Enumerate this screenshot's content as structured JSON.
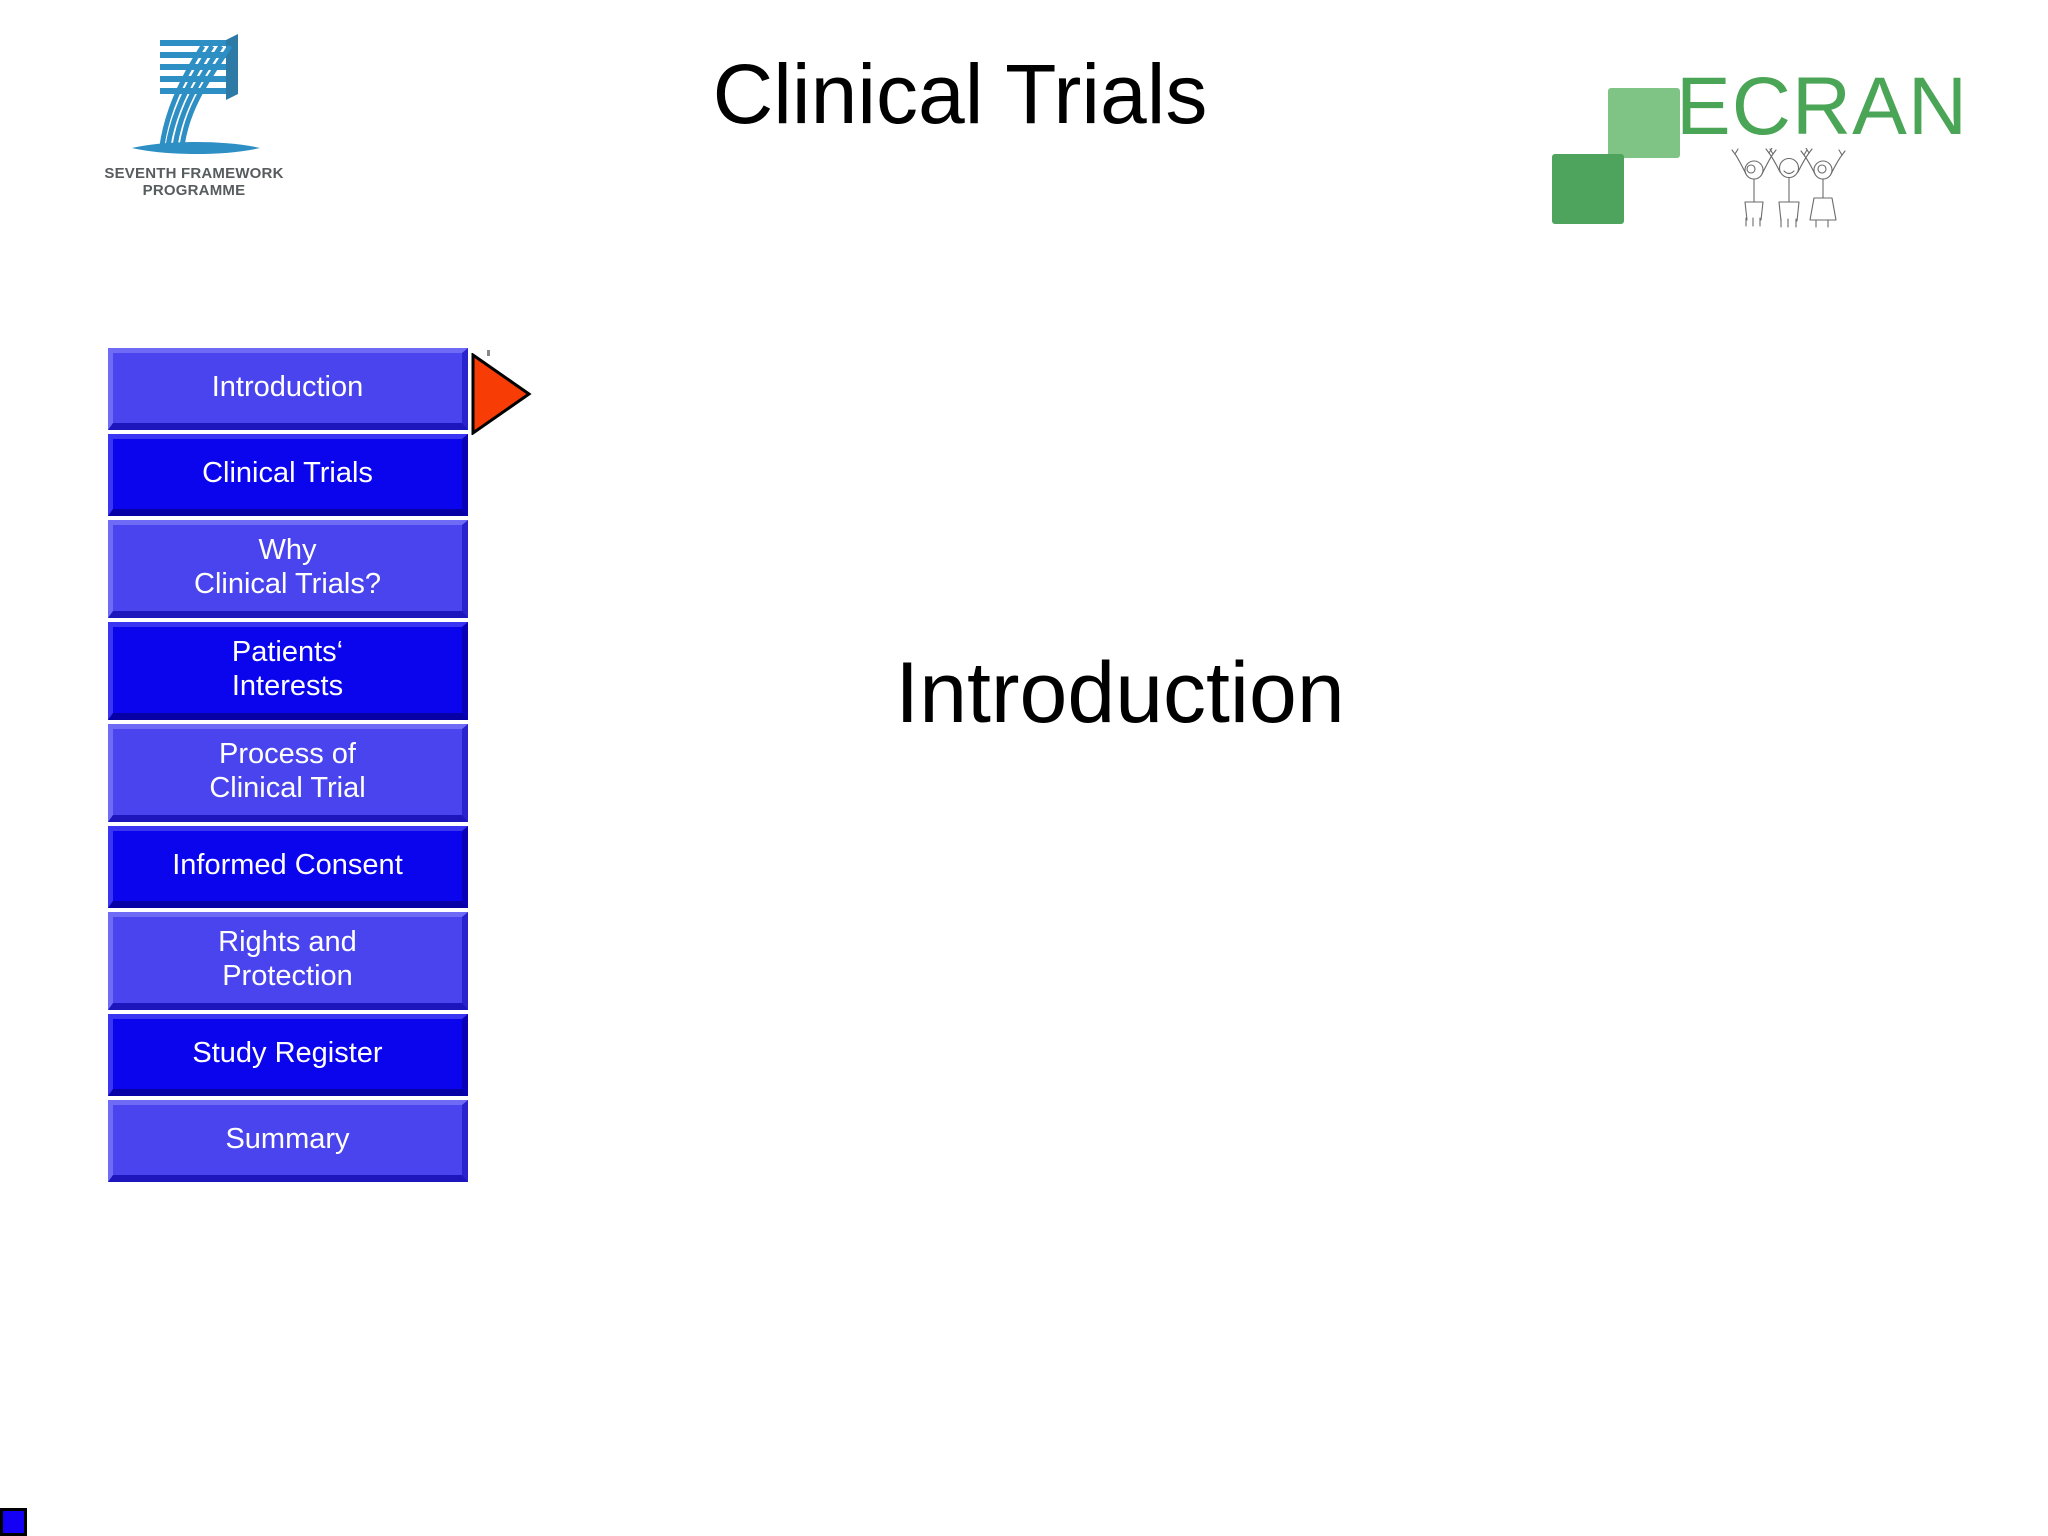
{
  "slide": {
    "title": "Clinical Trials",
    "body_heading": "Introduction"
  },
  "header": {
    "fp7_logo": {
      "caption_line1": "SEVENTH FRAMEWORK",
      "caption_line2": "PROGRAMME",
      "numeral": "7",
      "stripe_color": "#2e8fc4",
      "caption_color": "#575c5e"
    },
    "ecran_logo": {
      "wordmark": "ECRAN",
      "wordmark_color": "#4ba556",
      "square_light_color": "#7fc485",
      "square_dark_color": "#4ea45c",
      "figures_count": 3
    }
  },
  "navigation": {
    "active_index": 0,
    "active_marker_color": "#f73c06",
    "color_light": "#4a44ee",
    "color_dark": "#0b05ee",
    "items": [
      {
        "label": "Introduction",
        "lines": 1,
        "tone": "light",
        "active": true
      },
      {
        "label": "Clinical Trials",
        "lines": 1,
        "tone": "dark",
        "active": false
      },
      {
        "label": "Why\nClinical Trials?",
        "lines": 2,
        "tone": "light",
        "active": false
      },
      {
        "label": "Patients‘\nInterests",
        "lines": 2,
        "tone": "dark",
        "active": false
      },
      {
        "label": "Process of\nClinical Trial",
        "lines": 2,
        "tone": "light",
        "active": false
      },
      {
        "label": "Informed Consent",
        "lines": 1,
        "tone": "dark",
        "active": false
      },
      {
        "label": "Rights and\nProtection",
        "lines": 2,
        "tone": "light",
        "active": false
      },
      {
        "label": "Study Register",
        "lines": 1,
        "tone": "dark",
        "active": false
      },
      {
        "label": "Summary",
        "lines": 1,
        "tone": "light",
        "active": false
      }
    ]
  },
  "corner": {
    "marker_color": "#1400f5"
  }
}
